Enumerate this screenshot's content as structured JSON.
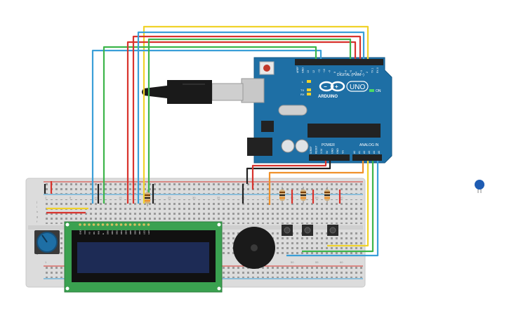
{
  "arduino": {
    "logo_text": "ARDUINO",
    "model": "UNO",
    "digital_header": "DIGITAL (PWM~)",
    "power_header": "POWER",
    "analog_header": "ANALOG IN",
    "on_label": "ON",
    "l_label": "L",
    "tx_label": "TX",
    "rx_label": "RX",
    "digital_pins": [
      "AREF",
      "GND",
      "13",
      "12",
      "~11",
      "~10",
      "~9",
      "8",
      "7",
      "~6",
      "~5",
      "4",
      "~3",
      "2",
      "TX 1",
      "RX 0"
    ],
    "power_pins": [
      "IOREF",
      "RESET",
      "3.3V",
      "5V",
      "GND",
      "GND",
      "Vin"
    ],
    "analog_pins": [
      "A0",
      "A1",
      "A2",
      "A3",
      "A4",
      "A5"
    ]
  },
  "breadboard": {
    "row_letters_top": [
      "j",
      "i",
      "h",
      "g",
      "f"
    ],
    "row_letters_bottom": [
      "e",
      "d",
      "c",
      "b",
      "a"
    ],
    "column_numbers": [
      "1",
      "5",
      "10",
      "15",
      "20",
      "25",
      "30",
      "35",
      "40",
      "45",
      "50",
      "55",
      "60"
    ]
  },
  "lcd": {
    "pin_labels": [
      "GND",
      "VCC",
      "V0",
      "RS",
      "RW",
      "E",
      "DB0",
      "DB1",
      "DB2",
      "DB3",
      "DB4",
      "DB5",
      "DB6",
      "DB7",
      "LED",
      "LED"
    ]
  },
  "colors": {
    "breadboard": "#dcdcdc",
    "arduino_board": "#1e6fa5",
    "lcd_pcb": "#3aa150",
    "lcd_screen": "#1d2b55",
    "wire_yellow": "#f0d22a",
    "wire_blue": "#3a9fd8",
    "wire_green": "#3db54a",
    "wire_red": "#d8332d",
    "wire_orange": "#f0912a",
    "wire_black": "#222222"
  }
}
